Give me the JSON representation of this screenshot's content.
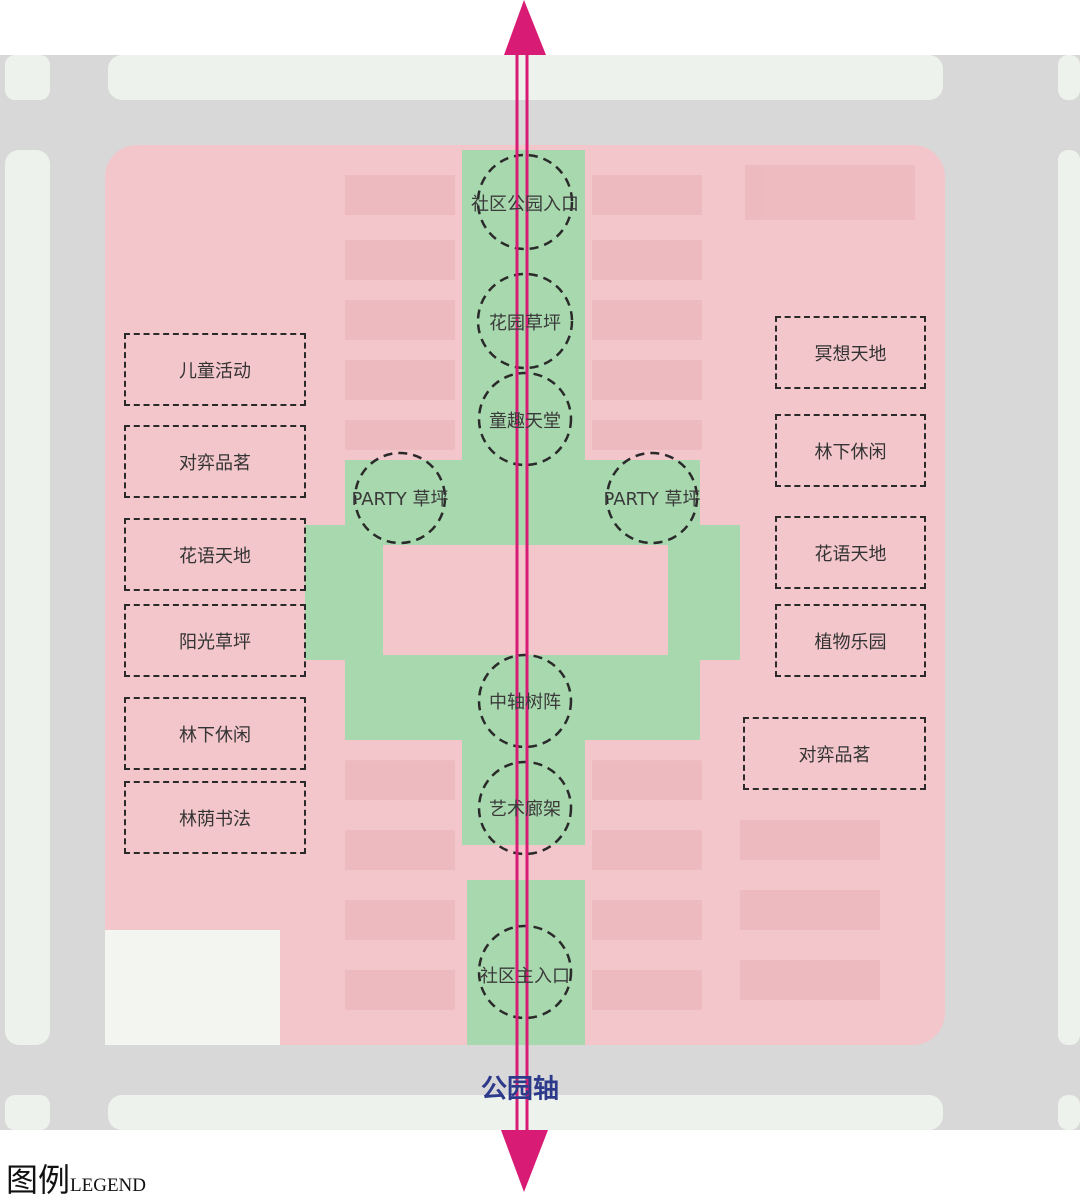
{
  "axis": {
    "label": "公园轴",
    "color": "#d81b74"
  },
  "legend": {
    "title": "图例",
    "subtitle": "LEGEND"
  },
  "nodes": [
    "社区公园入口",
    "花园草坪",
    "童趣天堂",
    "PARTY 草坪",
    "PARTY 草坪",
    "中轴树阵",
    "艺术廊架",
    "社区主入口"
  ],
  "left_zones": [
    "儿童活动",
    "对弈品茗",
    "花语天地",
    "阳光草坪",
    "林下休闲",
    "林荫书法"
  ],
  "right_zones": [
    "冥想天地",
    "林下休闲",
    "花语天地",
    "植物乐园",
    "对弈品茗"
  ],
  "colors": {
    "site": "#f2c6ca",
    "green": "#a8d8ae",
    "road": "#d8d8d8",
    "block": "#eef2ec"
  }
}
